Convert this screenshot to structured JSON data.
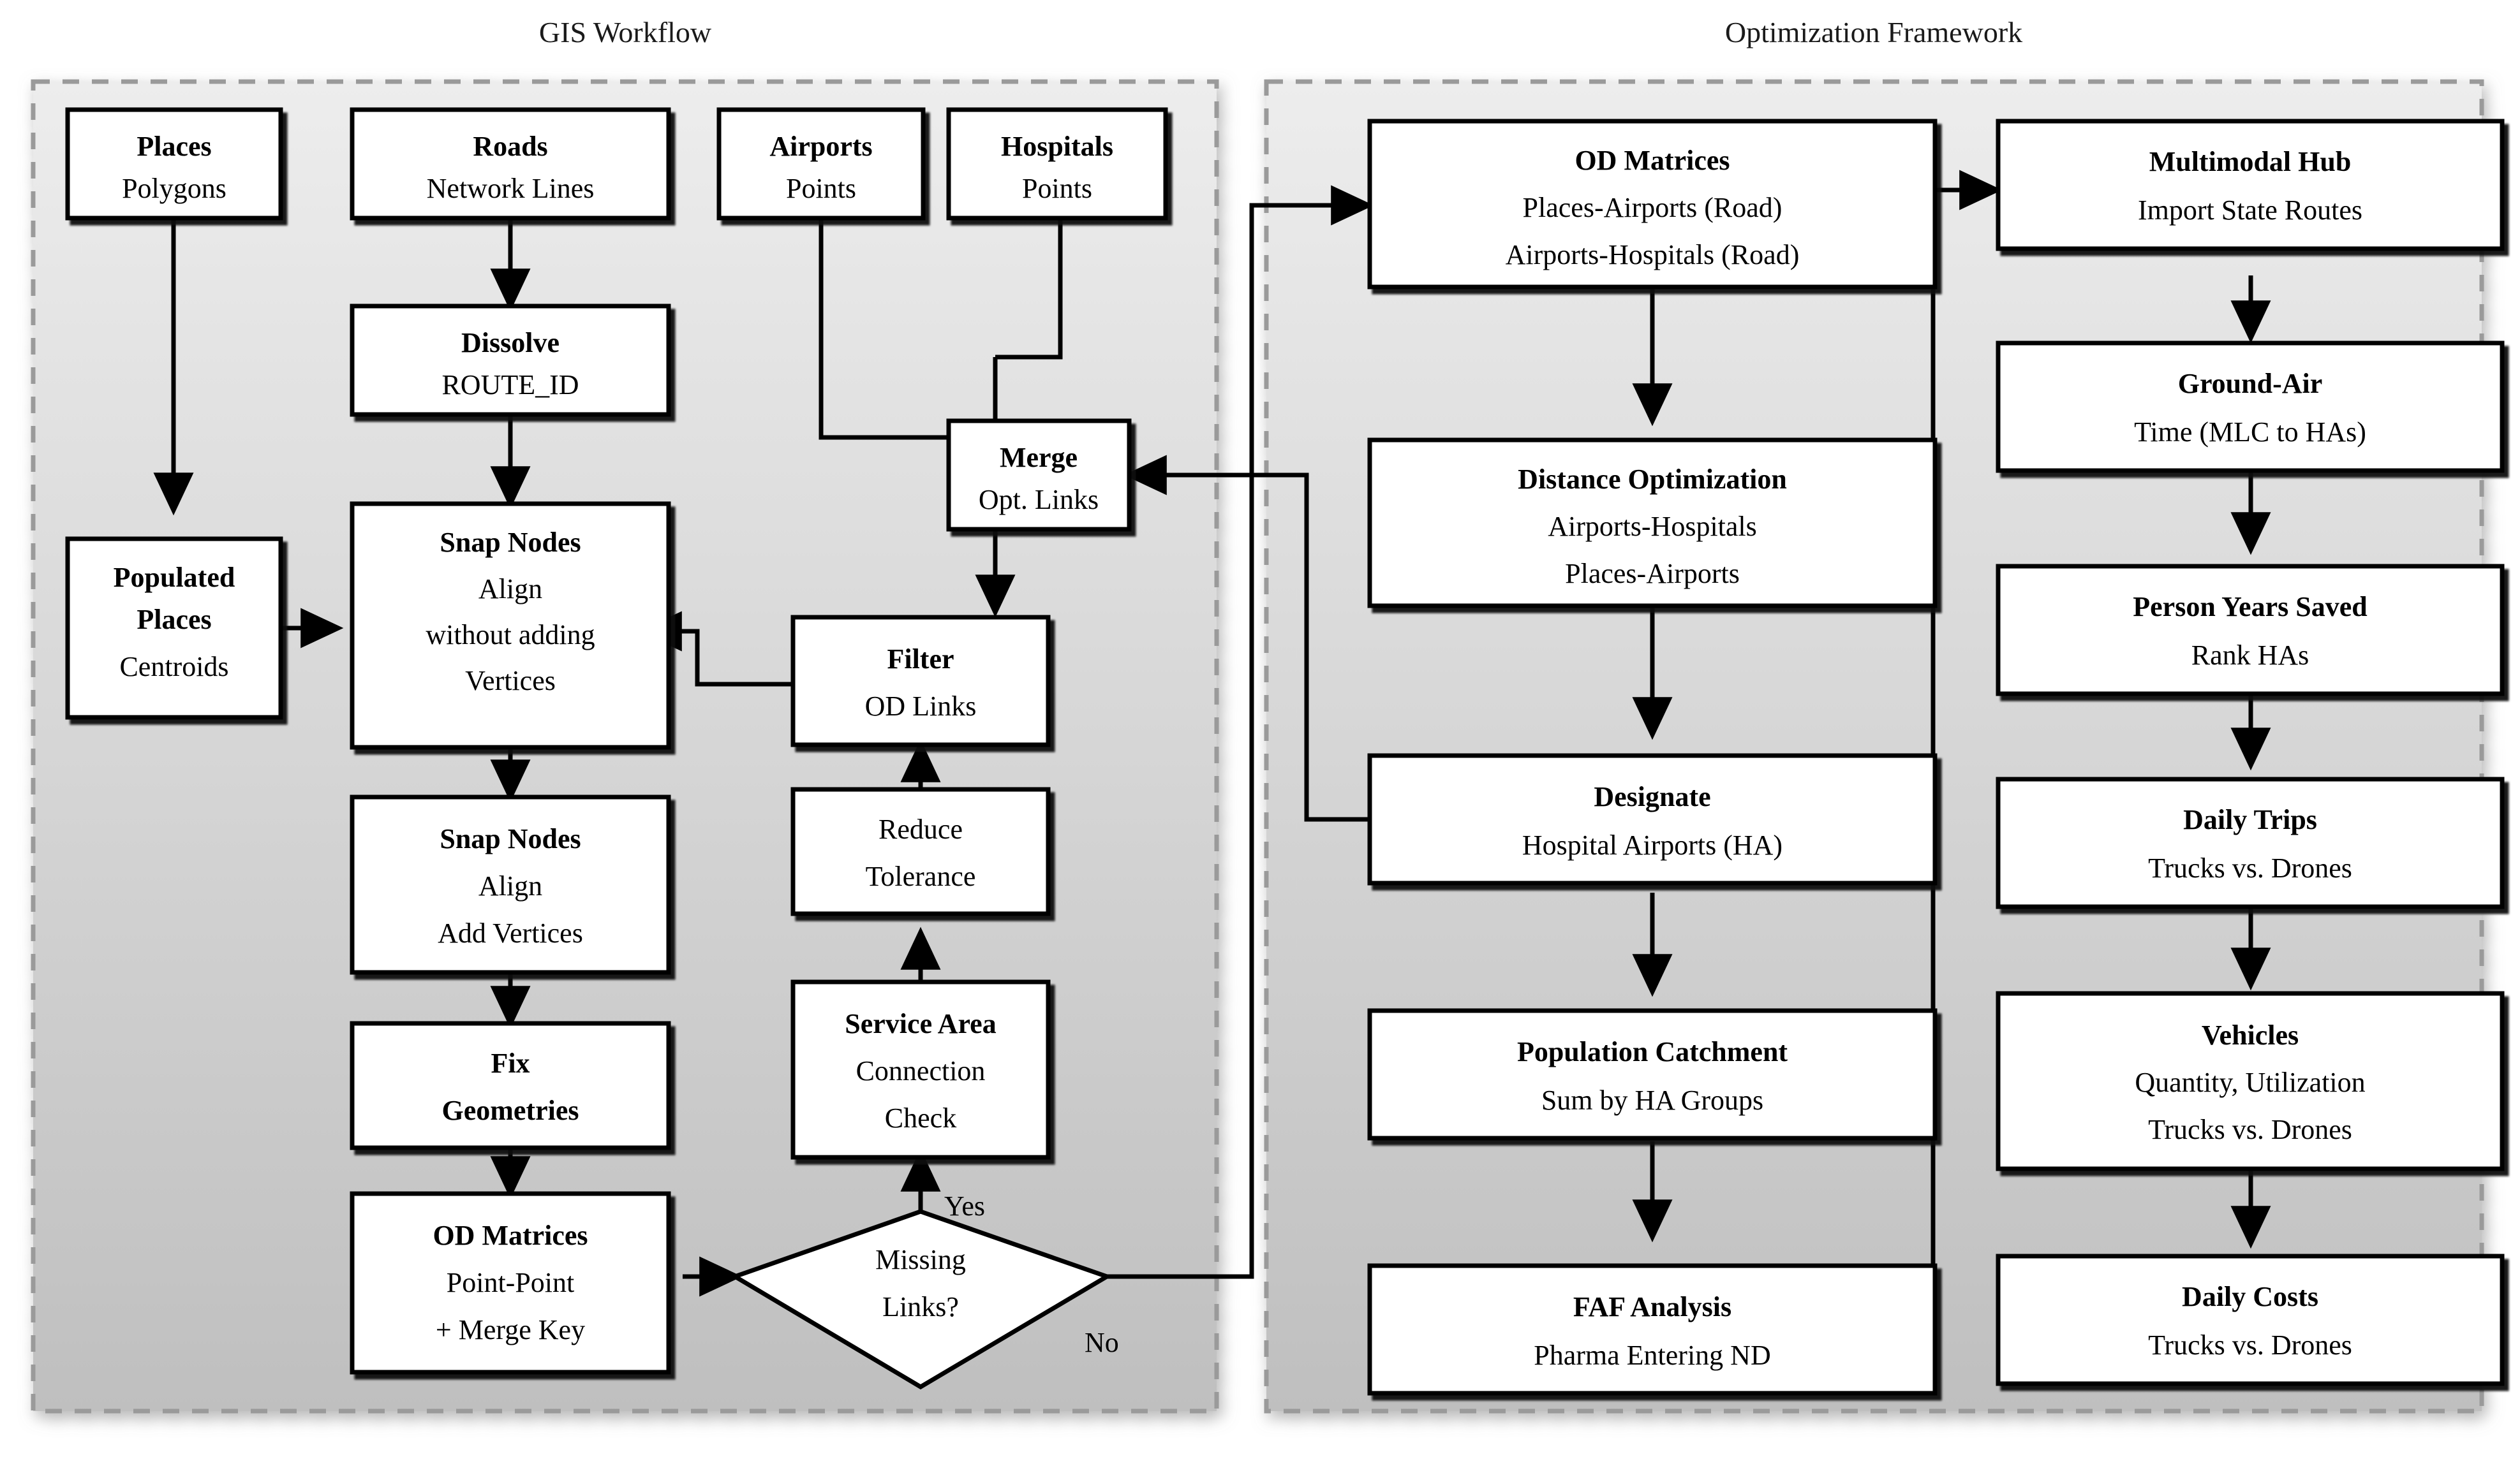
{
  "panels": [
    {
      "id": "gis",
      "title": "GIS Workflow"
    },
    {
      "id": "opt",
      "title": "Optimization Framework"
    }
  ],
  "colors": {
    "panel_border": "#9a9a9a",
    "panel_fill_top": "#ececec",
    "panel_fill_bottom": "#c0c0c0",
    "node_fill": "#ffffff",
    "node_border": "#000000",
    "connector": "#000000",
    "page_background": "#ffffff"
  },
  "nodes": [
    {
      "id": "places",
      "panel": "gis",
      "shape": "rect",
      "title": "Places",
      "lines": [
        "Polygons"
      ]
    },
    {
      "id": "roads",
      "panel": "gis",
      "shape": "rect",
      "title": "Roads",
      "lines": [
        "Network Lines"
      ]
    },
    {
      "id": "airports",
      "panel": "gis",
      "shape": "rect",
      "title": "Airports",
      "lines": [
        "Points"
      ]
    },
    {
      "id": "hospitals",
      "panel": "gis",
      "shape": "rect",
      "title": "Hospitals",
      "lines": [
        "Points"
      ]
    },
    {
      "id": "dissolve",
      "panel": "gis",
      "shape": "rect",
      "title": "Dissolve",
      "lines": [
        "ROUTE_ID"
      ]
    },
    {
      "id": "merge",
      "panel": "gis",
      "shape": "rect",
      "title": "Merge",
      "lines": [
        "Opt. Links"
      ]
    },
    {
      "id": "popplaces",
      "panel": "gis",
      "shape": "rect",
      "title": "Populated Places",
      "lines": [
        "Centroids"
      ]
    },
    {
      "id": "snap1",
      "panel": "gis",
      "shape": "rect",
      "title": "Snap Nodes",
      "lines": [
        "Align",
        "without adding",
        "Vertices"
      ]
    },
    {
      "id": "filter",
      "panel": "gis",
      "shape": "rect",
      "title": "Filter",
      "lines": [
        "OD Links"
      ]
    },
    {
      "id": "snap2",
      "panel": "gis",
      "shape": "rect",
      "title": "Snap Nodes",
      "lines": [
        "Align",
        "Add Vertices"
      ]
    },
    {
      "id": "reduce",
      "panel": "gis",
      "shape": "rect",
      "title": "",
      "lines": [
        "Reduce",
        "Tolerance"
      ]
    },
    {
      "id": "fixgeom",
      "panel": "gis",
      "shape": "rect",
      "title": "Fix Geometries",
      "lines": []
    },
    {
      "id": "servicearea",
      "panel": "gis",
      "shape": "rect",
      "title": "Service Area",
      "lines": [
        "Connection",
        "Check"
      ]
    },
    {
      "id": "odmat_gis",
      "panel": "gis",
      "shape": "rect",
      "title": "OD Matrices",
      "lines": [
        "Point-Point",
        "+ Merge Key"
      ]
    },
    {
      "id": "missing",
      "panel": "gis",
      "shape": "diamond",
      "title": "",
      "lines": [
        "Missing",
        "Links?"
      ]
    },
    {
      "id": "odmat_opt",
      "panel": "opt",
      "shape": "rect",
      "title": "OD Matrices",
      "lines": [
        "Places-Airports (Road)",
        "Airports-Hospitals (Road)"
      ]
    },
    {
      "id": "distopt",
      "panel": "opt",
      "shape": "rect",
      "title": "Distance Optimization",
      "lines": [
        "Airports-Hospitals",
        "Places-Airports"
      ]
    },
    {
      "id": "designate",
      "panel": "opt",
      "shape": "rect",
      "title": "Designate",
      "lines": [
        "Hospital Airports (HA)"
      ]
    },
    {
      "id": "popcatch",
      "panel": "opt",
      "shape": "rect",
      "title": "Population Catchment",
      "lines": [
        "Sum by HA Groups"
      ]
    },
    {
      "id": "faf",
      "panel": "opt",
      "shape": "rect",
      "title": "FAF Analysis",
      "lines": [
        "Pharma Entering ND"
      ]
    },
    {
      "id": "mmhub",
      "panel": "opt",
      "shape": "rect",
      "title": "Multimodal Hub",
      "lines": [
        "Import State Routes"
      ]
    },
    {
      "id": "groundair",
      "panel": "opt",
      "shape": "rect",
      "title": "Ground-Air",
      "lines": [
        "Time (MLC to HAs)"
      ]
    },
    {
      "id": "pys",
      "panel": "opt",
      "shape": "rect",
      "title": "Person Years Saved",
      "lines": [
        "Rank HAs"
      ]
    },
    {
      "id": "dailytrips",
      "panel": "opt",
      "shape": "rect",
      "title": "Daily Trips",
      "lines": [
        "Trucks vs. Drones"
      ]
    },
    {
      "id": "vehicles",
      "panel": "opt",
      "shape": "rect",
      "title": "Vehicles",
      "lines": [
        "Quantity, Utilization",
        "Trucks vs. Drones"
      ]
    },
    {
      "id": "dailycosts",
      "panel": "opt",
      "shape": "rect",
      "title": "Daily Costs",
      "lines": [
        "Trucks vs. Drones"
      ]
    }
  ],
  "edge_labels": [
    {
      "id": "yes",
      "text": "Yes"
    },
    {
      "id": "no",
      "text": "No"
    }
  ],
  "edges": [
    {
      "from": "places",
      "to": "popplaces"
    },
    {
      "from": "roads",
      "to": "dissolve"
    },
    {
      "from": "dissolve",
      "to": "snap1"
    },
    {
      "from": "popplaces",
      "to": "snap1"
    },
    {
      "from": "airports",
      "to": "merge"
    },
    {
      "from": "hospitals",
      "to": "merge"
    },
    {
      "from": "merge",
      "to": "filter"
    },
    {
      "from": "filter",
      "to": "snap1"
    },
    {
      "from": "snap1",
      "to": "snap2"
    },
    {
      "from": "snap2",
      "to": "fixgeom"
    },
    {
      "from": "fixgeom",
      "to": "odmat_gis"
    },
    {
      "from": "odmat_gis",
      "to": "missing"
    },
    {
      "from": "missing",
      "to": "servicearea",
      "label": "Yes"
    },
    {
      "from": "servicearea",
      "to": "reduce"
    },
    {
      "from": "reduce",
      "to": "filter"
    },
    {
      "from": "missing",
      "to": "odmat_opt",
      "label": "No"
    },
    {
      "from": "odmat_opt",
      "to": "distopt"
    },
    {
      "from": "distopt",
      "to": "designate"
    },
    {
      "from": "designate",
      "to": "merge"
    },
    {
      "from": "designate",
      "to": "popcatch"
    },
    {
      "from": "popcatch",
      "to": "faf"
    },
    {
      "from": "faf",
      "to": "mmhub"
    },
    {
      "from": "mmhub",
      "to": "groundair"
    },
    {
      "from": "groundair",
      "to": "pys"
    },
    {
      "from": "pys",
      "to": "dailytrips"
    },
    {
      "from": "dailytrips",
      "to": "vehicles"
    },
    {
      "from": "vehicles",
      "to": "dailycosts"
    }
  ]
}
